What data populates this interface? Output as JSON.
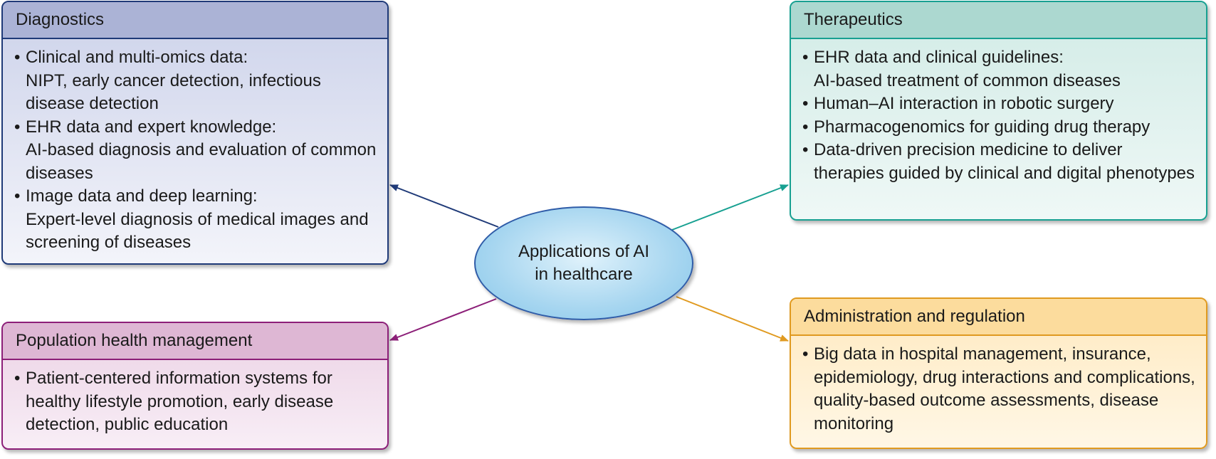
{
  "center": {
    "label": "Applications of AI in healthcare"
  },
  "boxes": {
    "diagnostics": {
      "title": "Diagnostics",
      "items": [
        {
          "title": "Clinical and multi-omics data:",
          "detail": "NIPT, early cancer detection, infectious disease detection"
        },
        {
          "title": "EHR data and expert knowledge:",
          "detail": "AI-based diagnosis and evaluation of common diseases"
        },
        {
          "title": "Image data and deep learning:",
          "detail": "Expert-level diagnosis of medical images and screening of diseases"
        }
      ]
    },
    "therapeutics": {
      "title": "Therapeutics",
      "items": [
        {
          "title": "EHR data and clinical guidelines:",
          "detail": "AI-based treatment of common diseases"
        },
        {
          "text": "Human–AI interaction in robotic surgery"
        },
        {
          "text": "Pharmacogenomics for guiding drug therapy"
        },
        {
          "text": "Data-driven precision medicine to deliver therapies guided by clinical and digital phenotypes"
        }
      ]
    },
    "population": {
      "title": "Population health management",
      "items": [
        {
          "text": "Patient-centered information systems for healthy lifestyle promotion, early disease detection, public education"
        }
      ]
    },
    "administration": {
      "title": "Administration and regulation",
      "items": [
        {
          "text": "Big data in hospital management, insurance, epidemiology, drug interactions and complications, quality-based outcome assessments, disease monitoring"
        }
      ]
    }
  },
  "colors": {
    "diagnostics": "#1f3a78",
    "therapeutics": "#17a091",
    "population": "#8c1f78",
    "administration": "#e09a20",
    "center_border": "#2f5ca8"
  }
}
